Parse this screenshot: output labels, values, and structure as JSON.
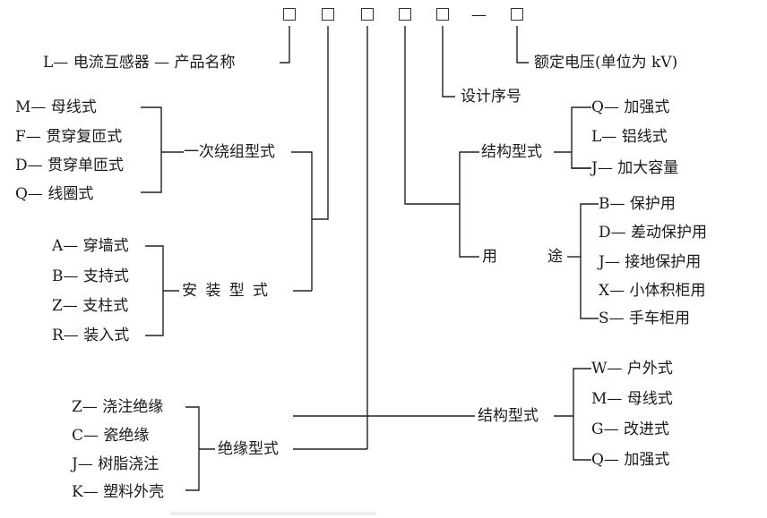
{
  "code_template": {
    "box_count": 6,
    "separator": "—"
  },
  "product_name": "L— 电流互感器 — 产品名称",
  "rated_voltage": "额定电压(单位为 kV)",
  "design_serial": "设计序号",
  "primary_winding": {
    "label": "一次绕组型式",
    "options": [
      "M— 母线式",
      "F— 贯穿复匝式",
      "D— 贯穿单匝式",
      "Q— 线圈式"
    ]
  },
  "installation": {
    "label": "安装型式",
    "options": [
      "A— 穿墙式",
      "B— 支持式",
      "Z— 支柱式",
      "R— 装入式"
    ]
  },
  "insulation": {
    "label": "绝缘型式",
    "options": [
      "Z— 浇注绝缘",
      "C— 瓷绝缘",
      "J— 树脂浇注",
      "K— 塑料外壳"
    ]
  },
  "structure_upper": {
    "label": "结构型式",
    "options": [
      "Q— 加强式",
      "L— 铝线式",
      "J— 加大容量"
    ]
  },
  "usage": {
    "label_left": "用",
    "label_right": "途",
    "options": [
      "B— 保护用",
      "D— 差动保护用",
      "J— 接地保护用",
      "X— 小体积柜用",
      "S— 手车柜用"
    ]
  },
  "structure_lower": {
    "label": "结构型式",
    "options": [
      "W— 户外式",
      "M— 母线式",
      "G— 改进式",
      "Q— 加强式"
    ]
  }
}
